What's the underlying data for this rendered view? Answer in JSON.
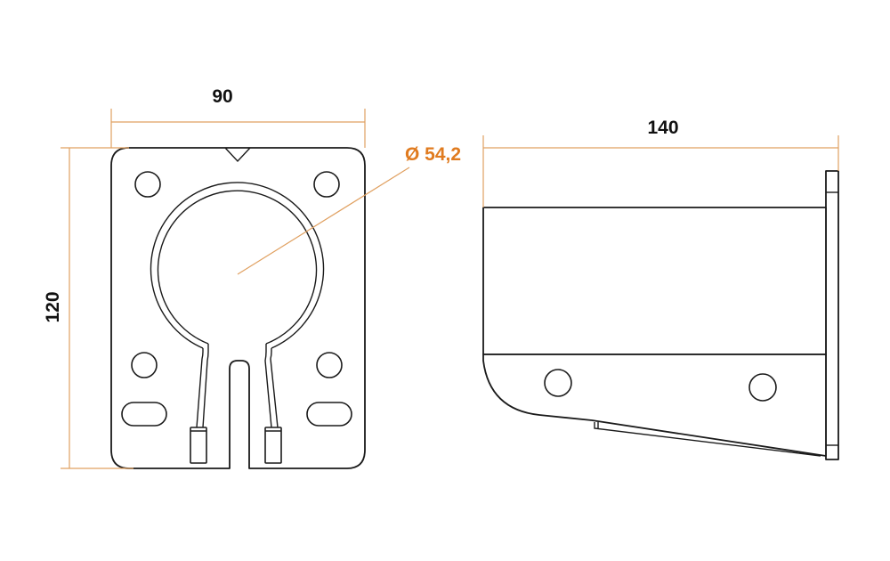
{
  "dimensions": {
    "front_width": "90",
    "front_height": "120",
    "side_length": "140",
    "diameter": "Ø 54,2"
  },
  "colors": {
    "dimension_line": "#e0a060",
    "diameter_label": "#e07b1f",
    "outline": "#1a1a1a"
  }
}
